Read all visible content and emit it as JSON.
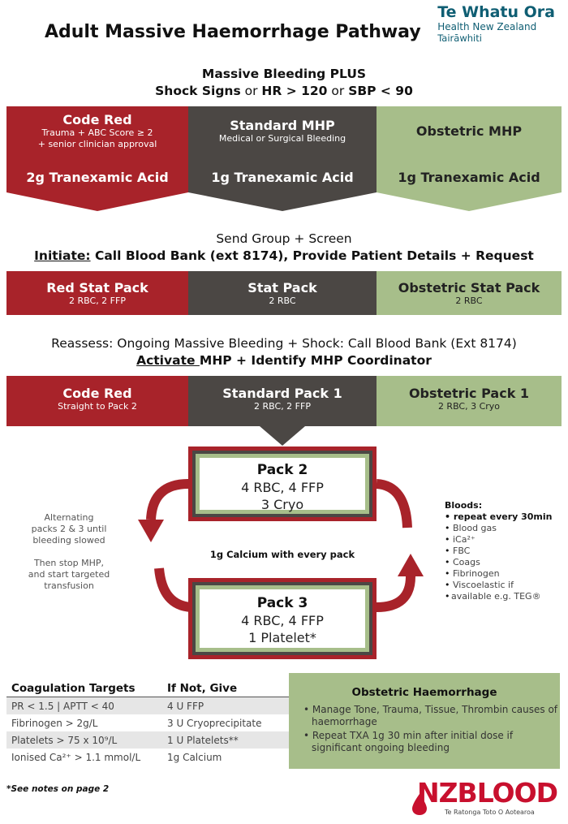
{
  "title": "Adult Massive Haemorrhage Pathway",
  "logo": {
    "line1": "Te Whatu Ora",
    "line2": "Health New Zealand",
    "line3": "Tairāwhiti"
  },
  "header1": {
    "line1": "Massive Bleeding PLUS",
    "shock": "Shock Signs",
    "or1": " or ",
    "hr": "HR > 120",
    "or2": " or ",
    "sbp": "SBP < 90"
  },
  "row1": [
    {
      "title": "Code Red",
      "sub1": "Trauma + ABC Score ≥ 2",
      "sub2": "+ senior clinician approval"
    },
    {
      "title": "Standard MHP",
      "sub1": "Medical or Surgical Bleeding"
    },
    {
      "title": "Obstetric MHP"
    }
  ],
  "txa": [
    "2g Tranexamic Acid",
    "1g Tranexamic Acid",
    "1g Tranexamic Acid"
  ],
  "header2": {
    "line1": "Send Group + Screen",
    "initiate": "Initiate:",
    "rest": " Call Blood Bank (ext 8174), Provide Patient Details + Request"
  },
  "row2": [
    {
      "title": "Red Stat Pack",
      "sub": "2 RBC, 2 FFP"
    },
    {
      "title": "Stat Pack",
      "sub": "2 RBC"
    },
    {
      "title": "Obstetric Stat Pack",
      "sub": "2 RBC"
    }
  ],
  "header3": {
    "line1": "Reassess: Ongoing Massive Bleeding + Shock: Call Blood Bank (Ext 8174)",
    "activate": "Activate ",
    "rest": "MHP + Identify MHP Coordinator"
  },
  "row3": [
    {
      "title": "Code Red",
      "sub": "Straight to Pack 2"
    },
    {
      "title": "Standard Pack 1",
      "sub": "2 RBC, 2 FFP"
    },
    {
      "title": "Obstetric Pack 1",
      "sub": "2 RBC, 3 Cryo"
    }
  ],
  "pack2": {
    "title": "Pack 2",
    "line1": "4 RBC, 4 FFP",
    "line2": "3 Cryo"
  },
  "pack3": {
    "title": "Pack 3",
    "line1": "4 RBC, 4 FFP",
    "line2": "1 Platelet*"
  },
  "calcium": "1g Calcium with every pack",
  "left_note": {
    "l1": "Alternating",
    "l2": "packs 2 & 3 until",
    "l3": "bleeding slowed",
    "l4": "Then stop MHP,",
    "l5": "and start targeted",
    "l6": "transfusion"
  },
  "bloods": {
    "heading": "Bloods:",
    "items": [
      "repeat every 30min",
      "Blood gas",
      "iCa²⁺",
      "FBC",
      "Coags",
      "Fibrinogen",
      "Viscoelastic if",
      "available e.g. TEG®"
    ]
  },
  "coag": {
    "headers": [
      "Coagulation Targets",
      "If Not, Give"
    ],
    "rows": [
      [
        "PR < 1.5 | APTT < 40",
        "4 U FFP"
      ],
      [
        "Fibrinogen > 2g/L",
        "3 U Cryoprecipitate"
      ],
      [
        "Platelets > 75 x 10⁹/L",
        "1 U Platelets**"
      ],
      [
        "Ionised Ca²⁺ > 1.1 mmol/L",
        "1g Calcium"
      ]
    ]
  },
  "obstetric": {
    "heading": "Obstetric Haemorrhage",
    "items": [
      "Manage Tone, Trauma, Tissue, Thrombin causes of haemorrhage",
      "Repeat TXA 1g 30 min after initial dose if significant ongoing bleeding"
    ]
  },
  "footnote": "*See notes on page 2",
  "nzblood": {
    "name": "NZBLOOD",
    "sub": "Te Ratonga Toto O Aotearoa"
  },
  "colors": {
    "red": "#a8232a",
    "dark": "#4b4744",
    "green": "#a7be8a"
  }
}
